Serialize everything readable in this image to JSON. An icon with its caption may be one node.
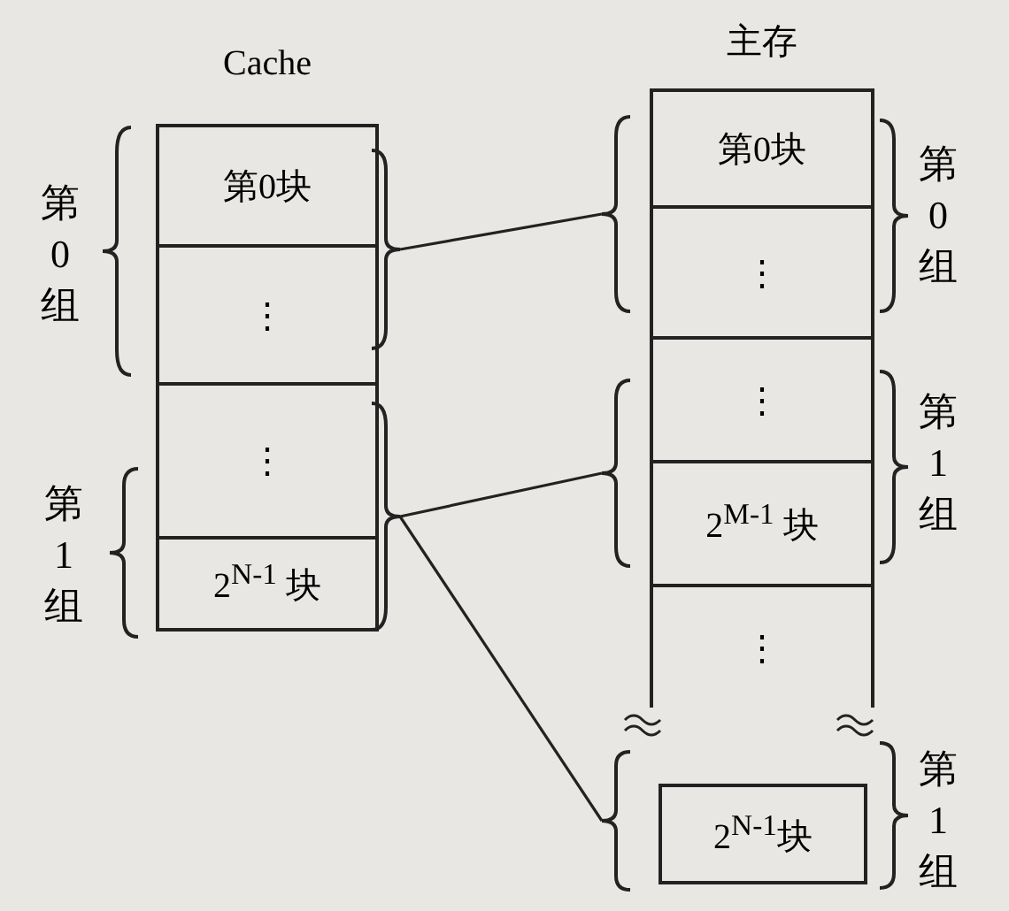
{
  "diagram": {
    "nodes": [
      {
        "text": [
          "Cache"
        ]
      },
      {
        "text": [
          "第0块"
        ],
        "in": 0
      },
      {
        "text": [
          "⋮"
        ],
        "in": 0
      },
      {
        "text": [
          "⋮"
        ],
        "in": 0
      },
      {
        "text": [
          "2$^{N-1}$ 块"
        ],
        "in": 0
      },
      {
        "text": [
          "主存"
        ]
      },
      {
        "text": [
          "第0块"
        ],
        "in": 5
      },
      {
        "text": [
          "⋮"
        ],
        "in": 5
      },
      {
        "text": [
          "⋮"
        ],
        "in": 5
      },
      {
        "text": [
          "2$^{M-1}$ 块"
        ],
        "in": 5
      },
      {
        "text": [
          "⋮"
        ],
        "in": 5
      },
      {
        "text": [
          "2$^{N-1}$块"
        ]
      },
      {
        "text": [],
        "shape": "bracket"
      },
      {
        "text": [],
        "shape": "bracket"
      },
      {
        "text": [],
        "shape": "bracket"
      },
      {
        "text": [],
        "shape": "bracket"
      },
      {
        "text": [],
        "shape": "bracket"
      }
    ],
    "edges": [
      {
        "from": 12,
        "to": 14,
        "arrow": "none"
      },
      {
        "from": 13,
        "to": 15,
        "arrow": "none"
      },
      {
        "from": 13,
        "to": 16,
        "arrow": "none"
      }
    ],
    "labels": [
      "第0组",
      "第0组",
      "第1组",
      "第1组",
      "第1组"
    ]
  }
}
